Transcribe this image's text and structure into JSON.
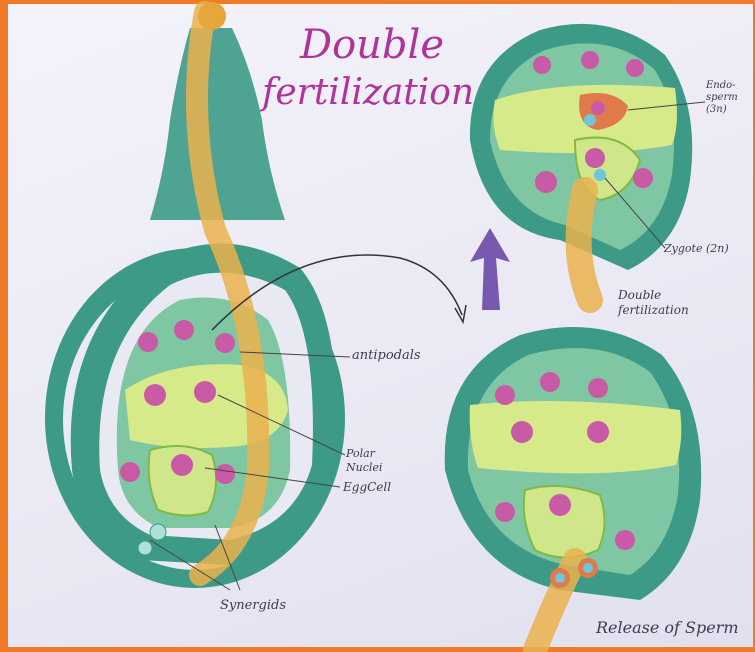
{
  "title": {
    "line1": "Double",
    "line2": "fertilization"
  },
  "labels": {
    "antipodals": "antipodals",
    "polar_nuclei": "Polar Nuclei",
    "egg_cell": "EggCell",
    "synergids": "Synergids",
    "endosperm": "Endo- sperm (3n)",
    "zygote": "Zygote (2n)",
    "double_fertilization_caption": "Double fertilization",
    "release_of_sperm": "Release of Sperm"
  },
  "colors": {
    "frame": "#f07a25",
    "ovule_wall": "#3d9a86",
    "embryo_sac": "#7fc6a3",
    "central_cell": "#d7ea8a",
    "nuclei": "#c95aa6",
    "pollen_tube": "#eab24e",
    "endosperm_nucleus": "#e07a4a",
    "title_ink": "#b0339b",
    "arrow": "#6a4aa8"
  }
}
